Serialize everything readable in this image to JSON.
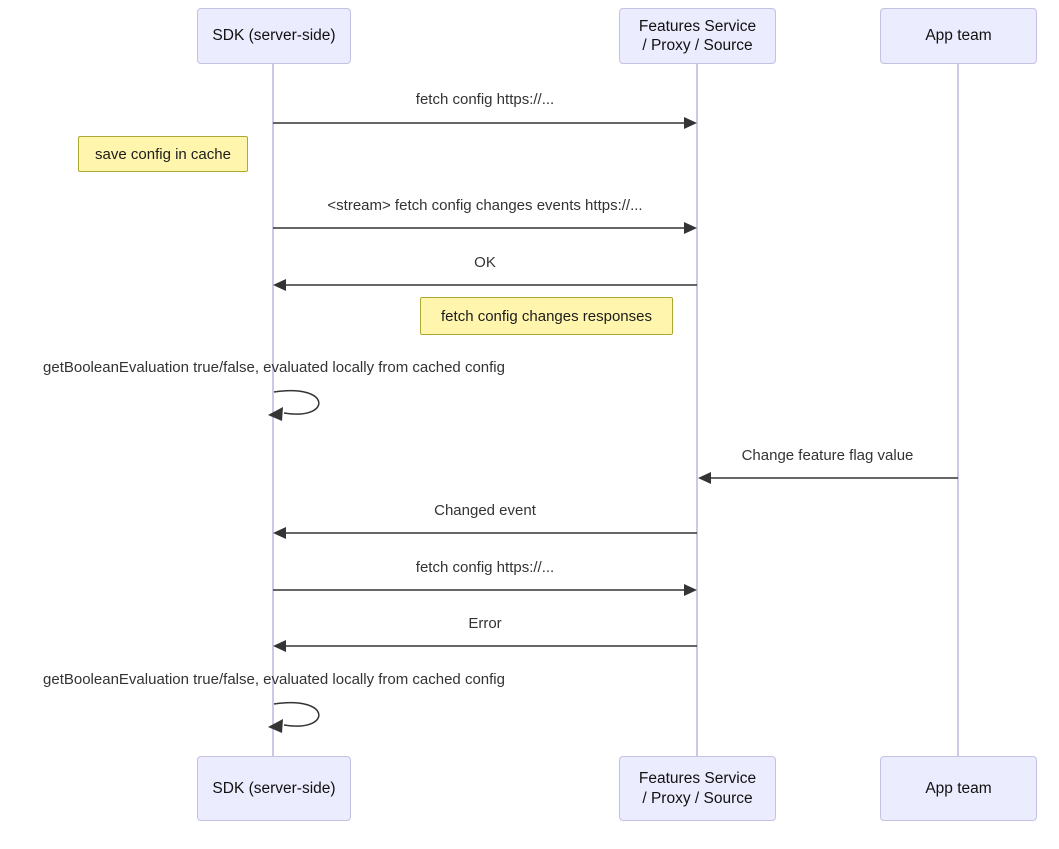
{
  "diagram": {
    "type": "sequence",
    "actors": [
      {
        "id": "sdk",
        "label": "SDK (server-side)"
      },
      {
        "id": "features",
        "label": "Features Service / Proxy / Source",
        "label_lines": [
          "Features Service",
          "/ Proxy / Source"
        ]
      },
      {
        "id": "app",
        "label": "App team"
      }
    ],
    "messages": [
      {
        "text": "fetch config https://...",
        "from": "sdk",
        "to": "features",
        "style": "solid"
      },
      {
        "text": "<stream> fetch config changes events https://...",
        "from": "sdk",
        "to": "features",
        "style": "solid"
      },
      {
        "text": "OK",
        "from": "features",
        "to": "sdk",
        "style": "solid"
      },
      {
        "text": "getBooleanEvaluation true/false, evaluated locally from cached config",
        "from": "sdk",
        "to": "sdk",
        "style": "self"
      },
      {
        "text": "Change feature flag value",
        "from": "app",
        "to": "features",
        "style": "solid"
      },
      {
        "text": "Changed event",
        "from": "features",
        "to": "sdk",
        "style": "solid"
      },
      {
        "text": "fetch config https://...",
        "from": "sdk",
        "to": "features",
        "style": "solid"
      },
      {
        "text": "Error",
        "from": "features",
        "to": "sdk",
        "style": "solid"
      },
      {
        "text": "getBooleanEvaluation true/false, evaluated locally from cached config",
        "from": "sdk",
        "to": "sdk",
        "style": "self"
      }
    ],
    "notes": [
      {
        "text": "save config in cache",
        "position": "left of sdk"
      },
      {
        "text": "fetch config changes responses",
        "position": "left of features"
      }
    ],
    "colors": {
      "actor_fill": "#ECECFF",
      "actor_border": "#c6c0e4",
      "lifeline": "#ccc9e6",
      "note_fill": "#fff5ad",
      "note_border": "#aaaa33",
      "arrow": "#343434",
      "text": "#333333"
    }
  }
}
